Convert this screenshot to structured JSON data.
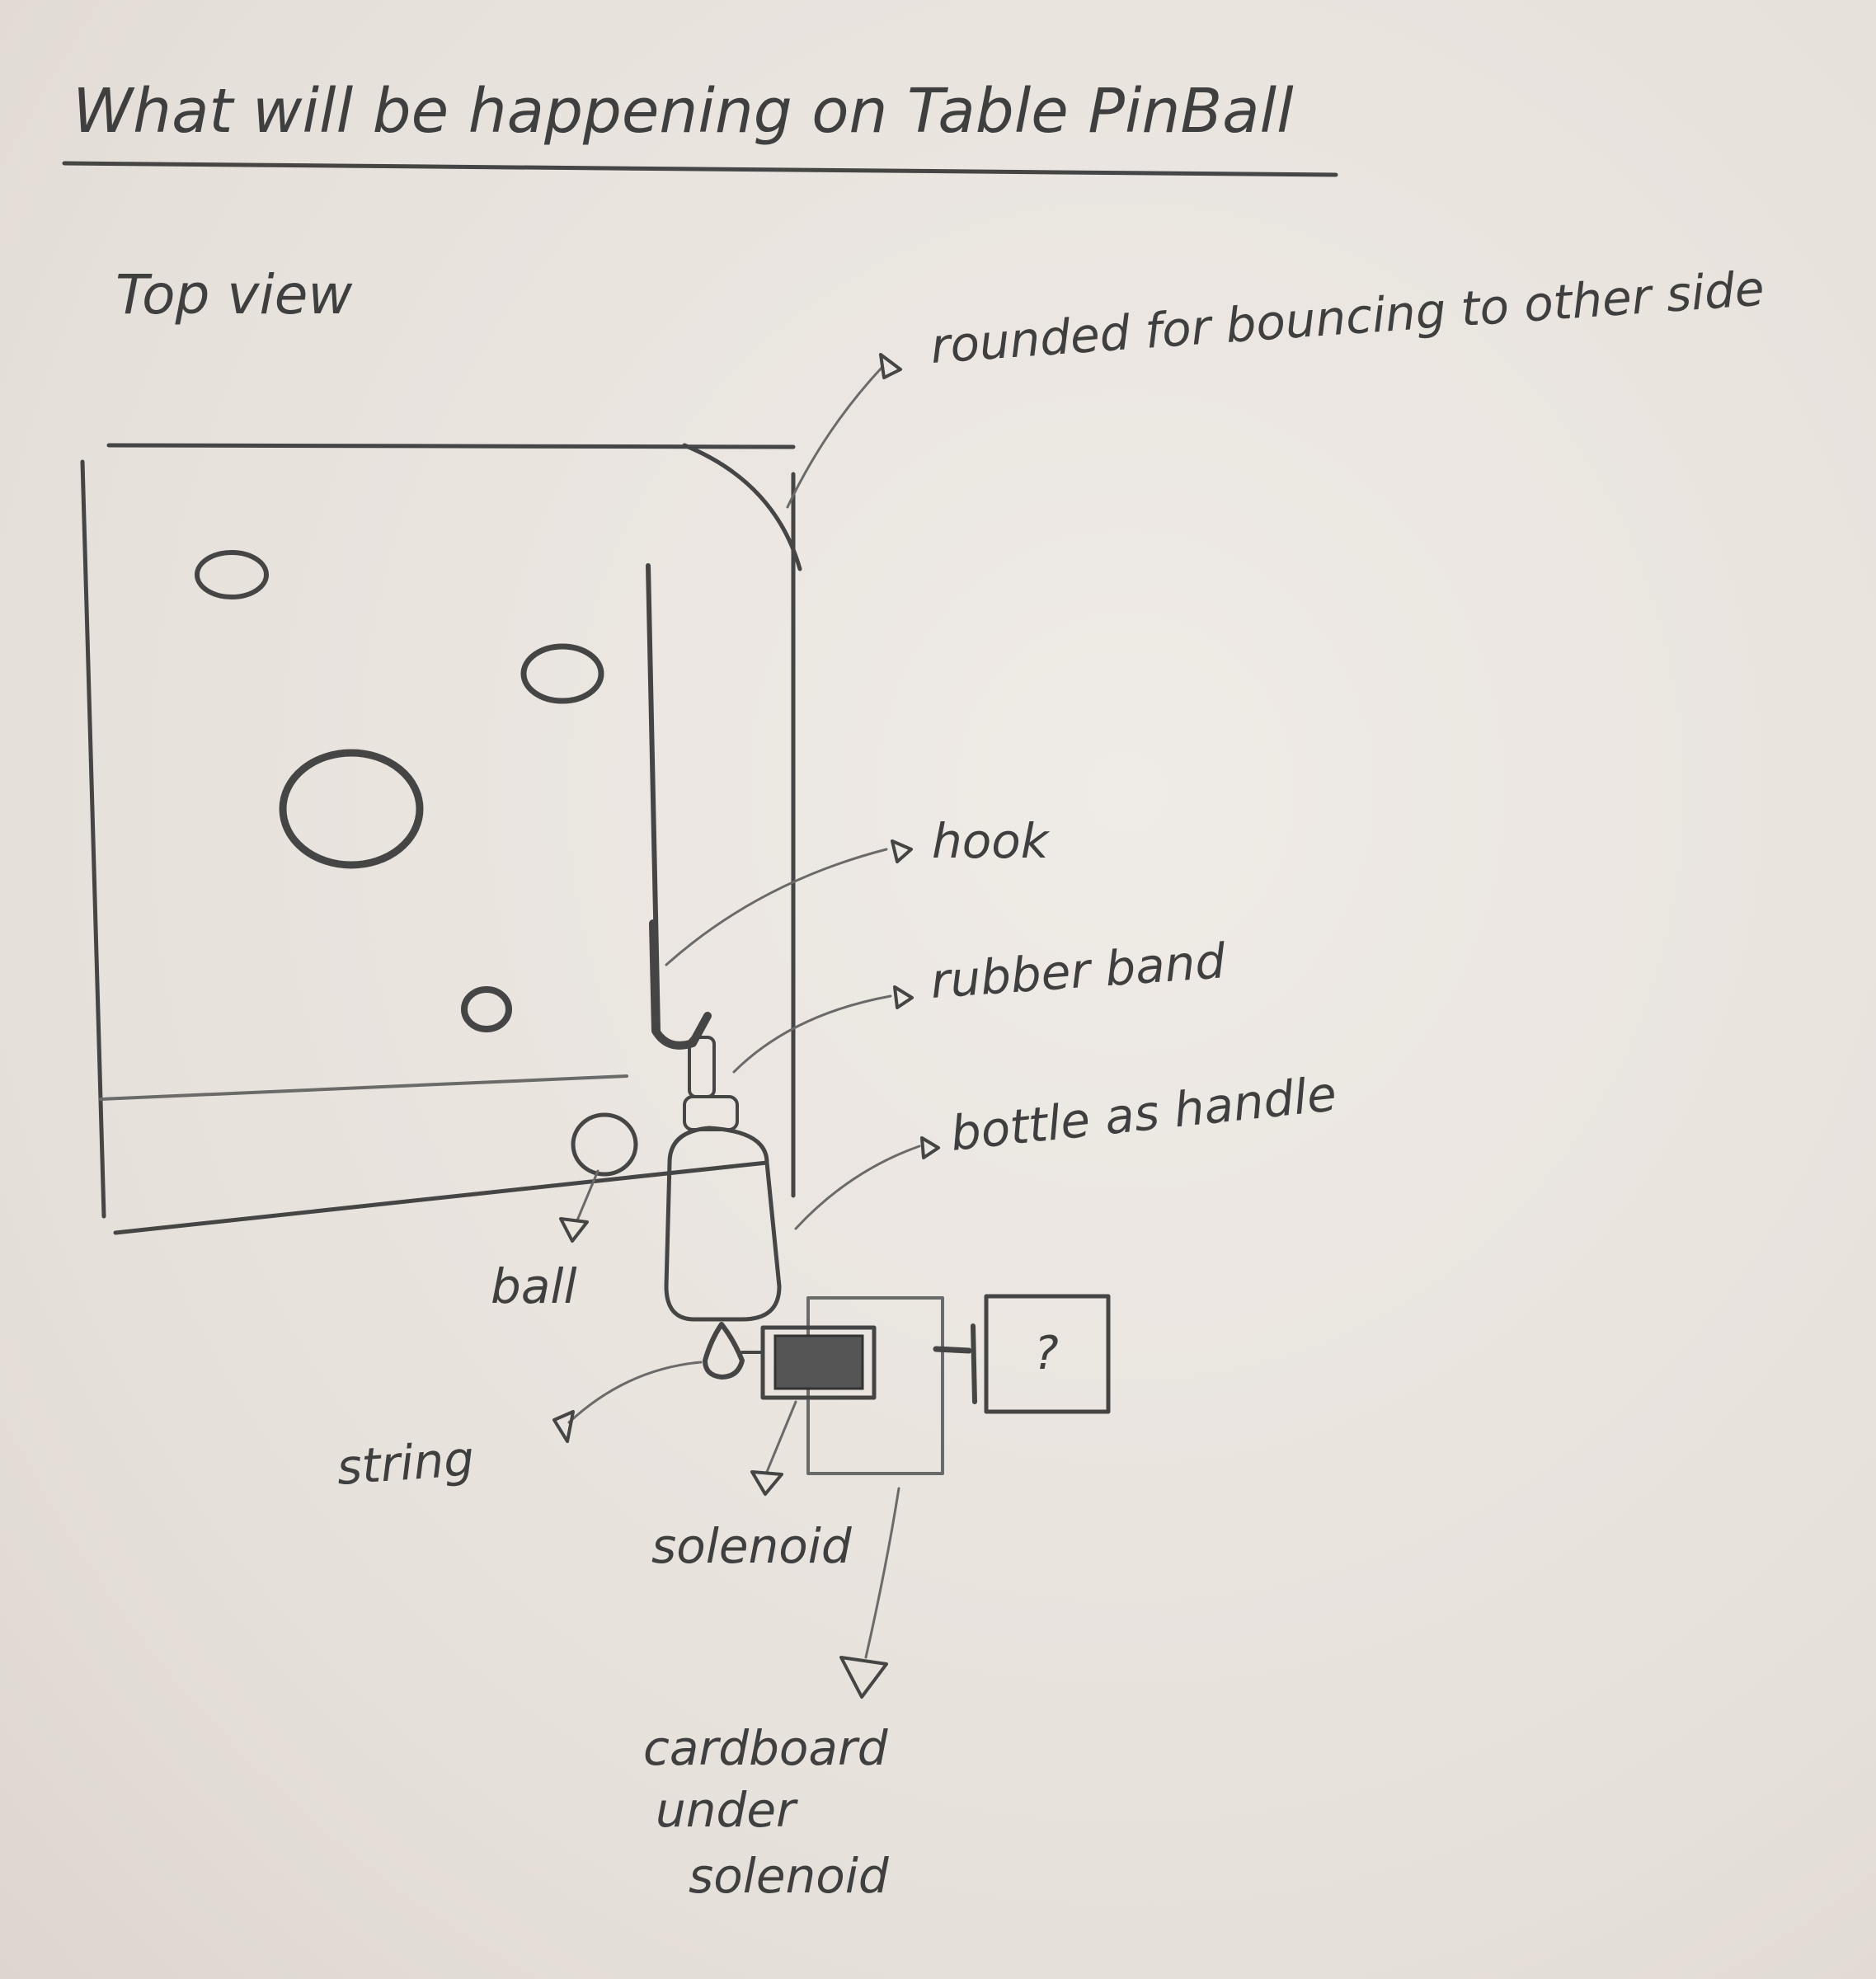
{
  "title": "What will be happening on Table PinBall",
  "view_label": "Top view",
  "labels": {
    "rounded": "rounded for bouncing to other side",
    "hook": "hook",
    "rubber_band": "rubber band",
    "bottle": "bottle as handle",
    "ball": "ball",
    "string": "string",
    "solenoid": "solenoid",
    "cardboard_1": "cardboard",
    "cardboard_2": "under",
    "cardboard_3": "solenoid",
    "unknown_box": "?"
  },
  "colors": {
    "pencil": "#454545",
    "paper": "#e9e4df"
  }
}
